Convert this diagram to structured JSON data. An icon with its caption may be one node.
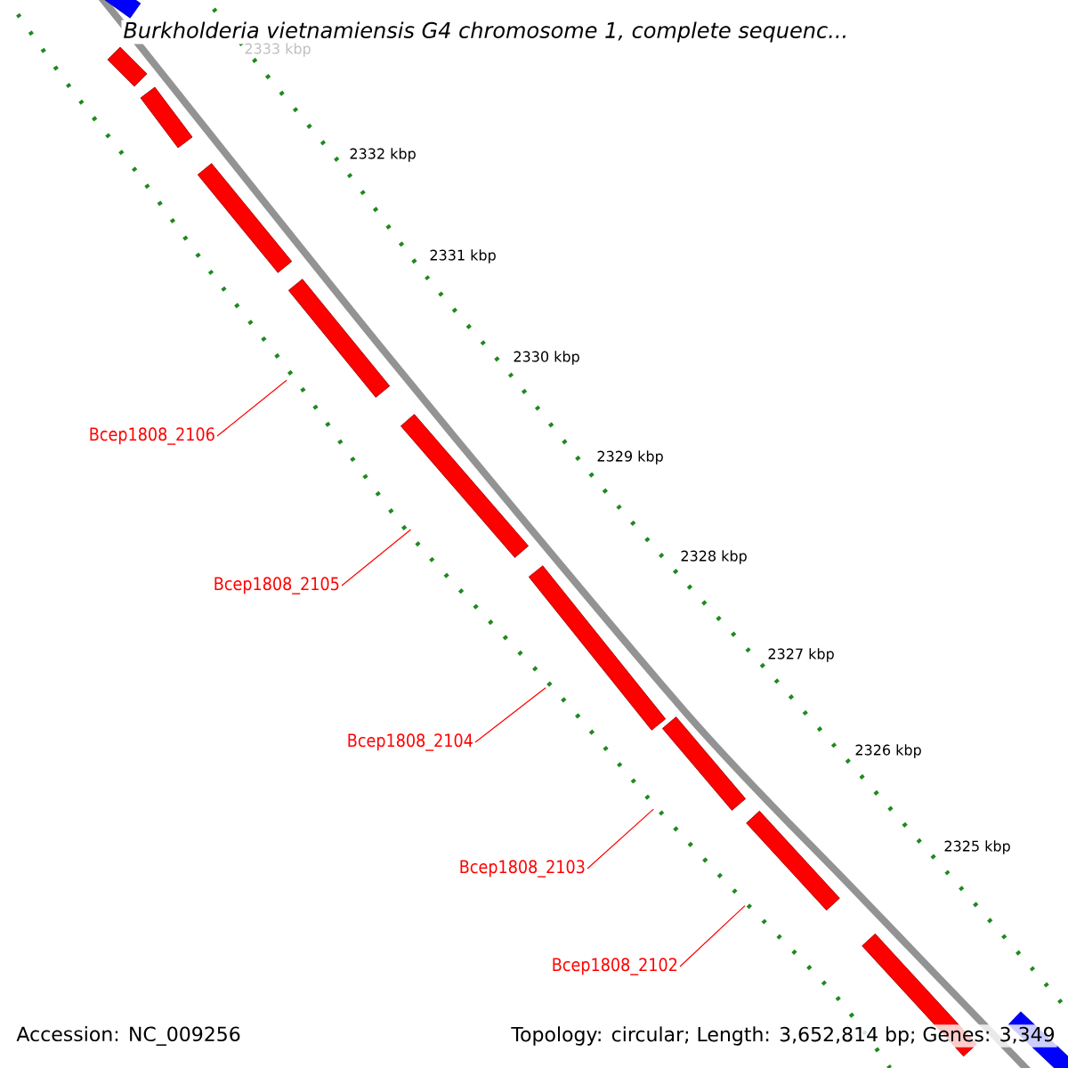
{
  "diagram": {
    "title": "Burkholderia vietnamiensis G4 chromosome 1, complete sequenc...",
    "nodes": [
      {
        "text": [],
        "shape": "bar"
      },
      {
        "text": [],
        "shape": "bar"
      },
      {
        "text": [],
        "shape": "bar"
      },
      {
        "text": [],
        "shape": "bar"
      },
      {
        "text": [],
        "shape": "bar"
      },
      {
        "text": [],
        "shape": "bar"
      },
      {
        "text": [],
        "shape": "bar"
      },
      {
        "text": [],
        "shape": "bar"
      },
      {
        "text": [],
        "shape": "bar"
      },
      {
        "text": [],
        "shape": "bar"
      },
      {
        "text": [],
        "shape": "bar"
      },
      {
        "text": [
          "Bcep1808_2106"
        ]
      },
      {
        "text": [
          "Bcep1808_2105"
        ]
      },
      {
        "text": [
          "Bcep1808_2104"
        ]
      },
      {
        "text": [
          "Bcep1808_2103"
        ]
      },
      {
        "text": [
          "Bcep1808_2102"
        ]
      }
    ],
    "edges": [
      {
        "from": 11,
        "to": 4,
        "arrow": "none"
      },
      {
        "from": 12,
        "to": 5,
        "arrow": "none"
      },
      {
        "from": 13,
        "to": 6,
        "arrow": "none"
      },
      {
        "from": 14,
        "to": 7,
        "arrow": "none"
      },
      {
        "from": 15,
        "to": 8,
        "arrow": "none"
      }
    ],
    "labels": [
      "2333 kbp",
      "2332 kbp",
      "2331 kbp",
      "2330 kbp",
      "2329 kbp",
      "2328 kbp",
      "2327 kbp",
      "2326 kbp",
      "2325 kbp",
      "Accession: NC_009256",
      "Topology: circular; Length: 3,652,814 bp; Genes: 3,349"
    ]
  }
}
